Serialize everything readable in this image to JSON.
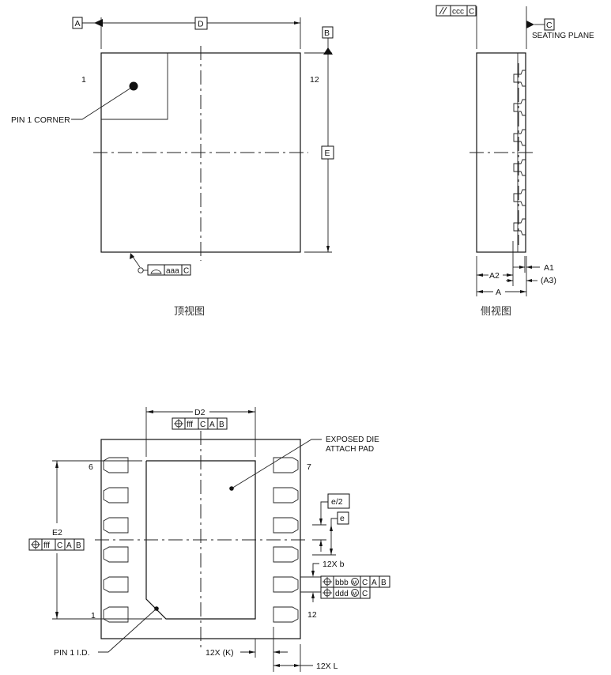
{
  "top_view": {
    "caption": "顶视图",
    "datum_a": "A",
    "datum_b": "B",
    "dim_d": "D",
    "dim_e": "E",
    "pin1_label": "1",
    "pin12_label": "12",
    "pin1_corner": "PIN 1 CORNER",
    "fcf": {
      "symbol": "profile-of-surface",
      "tol": "aaa",
      "datum": "C"
    }
  },
  "side_view": {
    "caption": "侧视图",
    "fcf": {
      "symbol": "parallelism",
      "tol": "ccc",
      "datum": "C"
    },
    "datum_c": "C",
    "seating_plane": "SEATING PLANE",
    "dim_a": "A",
    "dim_a1": "A1",
    "dim_a2": "A2",
    "dim_a3": "(A3)"
  },
  "bottom_view": {
    "dim_d2": "D2",
    "dim_e2": "E2",
    "fcf_d2": {
      "symbol": "position",
      "tol": "fff",
      "d1": "C",
      "d2": "A",
      "d3": "B"
    },
    "fcf_e2": {
      "symbol": "position",
      "tol": "fff",
      "d1": "C",
      "d2": "A",
      "d3": "B"
    },
    "exposed_pad_line1": "EXPOSED DIE",
    "exposed_pad_line2": "ATTACH PAD",
    "pin6": "6",
    "pin7": "7",
    "pin1": "1",
    "pin12": "12",
    "pin1_id": "PIN 1 I.D.",
    "dim_e_half": "e/2",
    "dim_e": "e",
    "dim_b": "12X  b",
    "fcf_b1": {
      "symbol": "position",
      "tol": "bbb",
      "mod": "M",
      "d1": "C",
      "d2": "A",
      "d3": "B"
    },
    "fcf_b2": {
      "symbol": "position",
      "tol": "ddd",
      "mod": "M",
      "d1": "C"
    },
    "dim_k": "12X  (K)",
    "dim_l": "12X  L"
  }
}
